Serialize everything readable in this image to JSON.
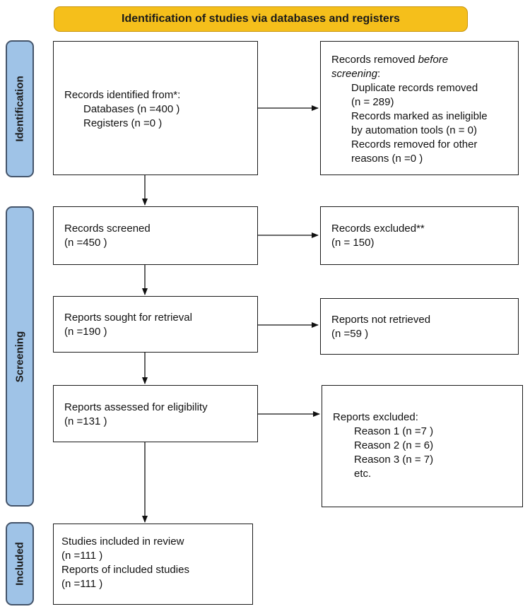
{
  "header": {
    "title": "Identification of studies via databases and registers"
  },
  "phases": {
    "identification": "Identification",
    "screening": "Screening",
    "included": "Included"
  },
  "boxes": {
    "records_identified": {
      "line1": "Records identified from*:",
      "databases": "Databases (n =400 )",
      "registers": "Registers (n =0 )"
    },
    "records_removed": {
      "line1_a": "Records removed ",
      "line1_b": "before",
      "line2": "screening",
      "line2_colon": ":",
      "dup1": "Duplicate records removed",
      "dup2": "(n = 289)",
      "inel1": "Records marked as ineligible",
      "inel2": "by automation tools (n = 0)",
      "other1": "Records removed for other",
      "other2": "reasons (n =0 )"
    },
    "records_screened": {
      "line1": "Records screened",
      "line2": "(n =450 )"
    },
    "records_excluded": {
      "line1": "Records excluded**",
      "line2": "(n = 150)"
    },
    "reports_sought": {
      "line1": "Reports sought for retrieval",
      "line2": "(n =190 )"
    },
    "reports_not_retrieved": {
      "line1": "Reports not retrieved",
      "line2": "(n =59 )"
    },
    "reports_assessed": {
      "line1": "Reports assessed for eligibility",
      "line2": "(n =131 )"
    },
    "reports_excluded": {
      "line1": "Reports excluded:",
      "reason1": "Reason 1 (n =7 )",
      "reason2": "Reason 2 (n = 6)",
      "reason3": "Reason 3 (n = 7)",
      "etc": "etc."
    },
    "studies_included": {
      "line1": "Studies included in review",
      "line2": "(n =111 )",
      "line3": "Reports of included studies",
      "line4": "(n =111 )"
    }
  },
  "colors": {
    "header_fill": "#f5bf1b",
    "phase_fill": "#9fc3e7",
    "phase_border": "#44546a",
    "box_border": "#1a1a1a"
  }
}
